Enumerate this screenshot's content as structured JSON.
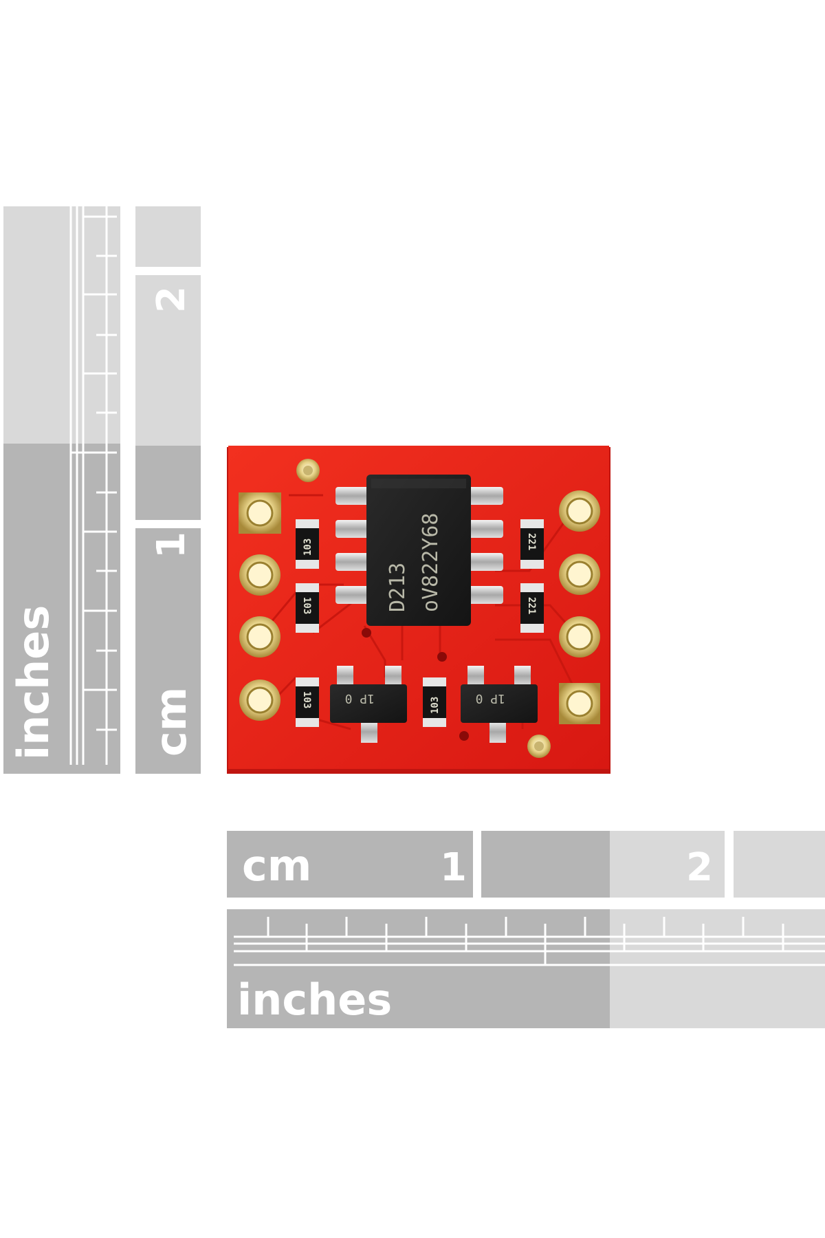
{
  "rulers": {
    "vertical": {
      "inches_label": "inches",
      "cm_label": "cm",
      "cm_marks": [
        "1",
        "2"
      ]
    },
    "horizontal": {
      "inches_label": "inches",
      "cm_label": "cm",
      "cm_marks": [
        "1",
        "2"
      ]
    }
  },
  "board": {
    "ic_marking_line1": "D213",
    "ic_marking_line2": "oV822Y68",
    "resistor_labels": [
      "103",
      "103",
      "103",
      "221",
      "221",
      "103"
    ],
    "transistor_labels": [
      "1P 0",
      "1P 0"
    ]
  },
  "colors": {
    "pcb_red": "#e8201a",
    "ruler_dark": "#b5b5b5",
    "ruler_light": "#d9d9d9",
    "gold_pad": "#d8c27a",
    "ic_black": "#1a1a1a"
  }
}
